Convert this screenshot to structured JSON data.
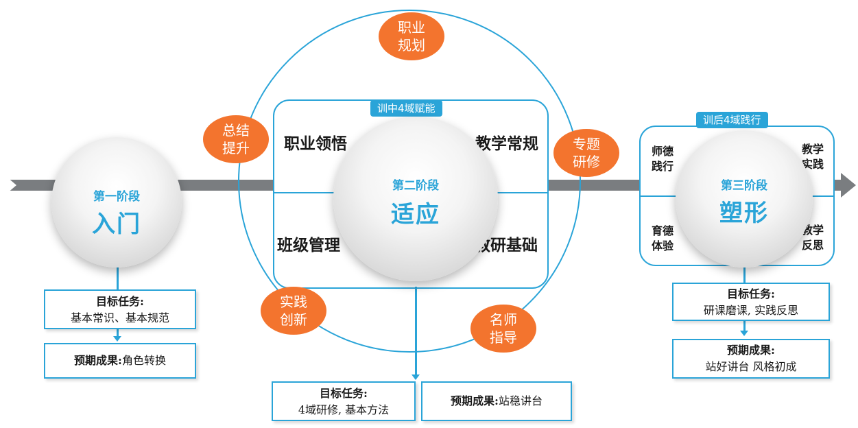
{
  "stages": [
    {
      "stage": "第一阶段",
      "name": "入门"
    },
    {
      "stage": "第二阶段",
      "name": "适应"
    },
    {
      "stage": "第三阶段",
      "name": "塑形"
    }
  ],
  "middle_frame": {
    "label": "训中4域赋能",
    "domains": [
      "职业领悟",
      "教学常规",
      "班级管理",
      "教研基础"
    ]
  },
  "right_frame": {
    "label": "训后4域践行",
    "domains": [
      "师德\n践行",
      "教学\n实践",
      "育德\n体验",
      "教学\n反思"
    ]
  },
  "bubbles": [
    {
      "line1": "职业",
      "line2": "规划"
    },
    {
      "line1": "总结",
      "line2": "提升"
    },
    {
      "line1": "专题",
      "line2": "研修"
    },
    {
      "line1": "实践",
      "line2": "创新"
    },
    {
      "line1": "名师",
      "line2": "指导"
    }
  ],
  "boxes": {
    "stage1_task_label": "目标任务:",
    "stage1_task": "基本常识、基本规范",
    "stage1_result_label": "预期成果:",
    "stage1_result": "角色转换",
    "stage2_task_label": "目标任务:",
    "stage2_task": "4域研修, 基本方法",
    "stage2_result_label": "预期成果:",
    "stage2_result": "站稳讲台",
    "stage3_task_label": "目标任务:",
    "stage3_task": "研课磨课, 实践反思",
    "stage3_result_label": "预期成果:",
    "stage3_result": "站好讲台  风格初成"
  },
  "colors": {
    "accent": "#2aa4d8",
    "bubble": "#f3742e",
    "timeline": "#7a7d80"
  }
}
